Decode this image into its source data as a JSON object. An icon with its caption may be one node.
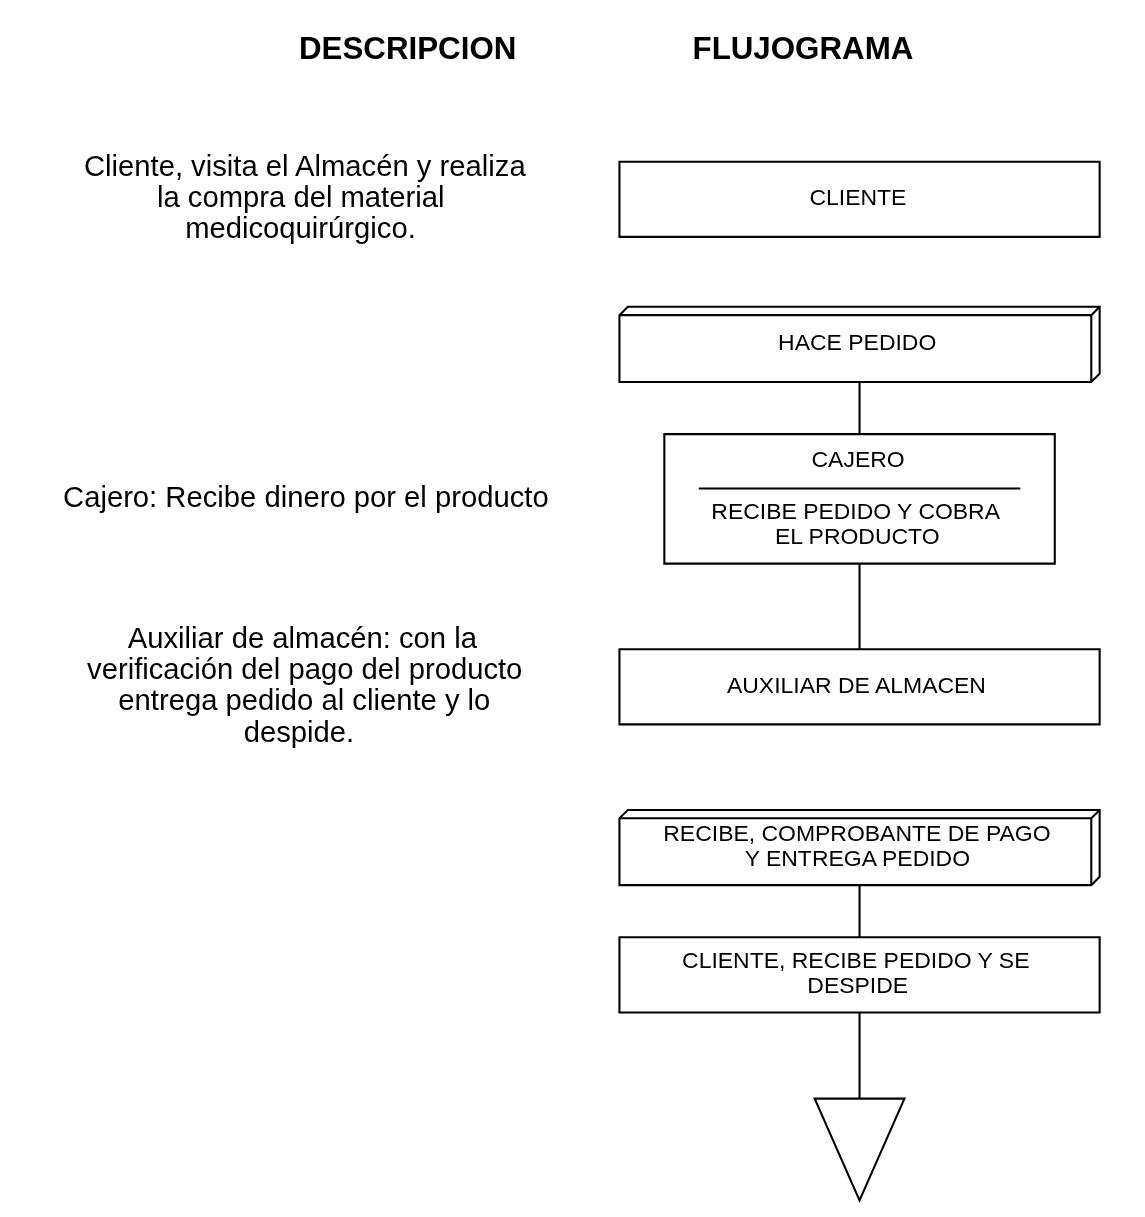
{
  "diagram": {
    "nodes": [
      {
        "text": [
          "CLIENTE"
        ]
      },
      {
        "text": [
          "HACE PEDIDO"
        ]
      },
      {
        "text": [
          "CAJERO",
          "RECIBE PEDIDO Y COBRA EL PRODUCTO"
        ]
      },
      {
        "text": [
          "AUXILIAR DE ALMACEN"
        ]
      },
      {
        "text": [
          "RECIBE, COMPROBANTE DE PAGO Y ENTREGA PEDIDO"
        ]
      },
      {
        "text": [
          "CLIENTE, RECIBE PEDIDO Y SE DESPIDE"
        ]
      },
      {
        "text": [],
        "shape": "triangle"
      }
    ],
    "edges": [
      {
        "from": 1,
        "to": 2,
        "arrow": "none"
      },
      {
        "from": 2,
        "to": 3,
        "arrow": "none"
      },
      {
        "from": 4,
        "to": 5,
        "arrow": "none"
      },
      {
        "from": 5,
        "to": 6,
        "arrow": "none"
      }
    ],
    "labels": [
      "DESCRIPCION",
      "FLUJOGRAMA",
      "Cliente, visita el Almacén y realiza la compra del material medicoquirúrgico.",
      "Cajero: Recibe dinero por el producto",
      "Auxiliar de almacén: con la verificación del pago del producto entrega pedido al cliente y lo despide."
    ]
  }
}
